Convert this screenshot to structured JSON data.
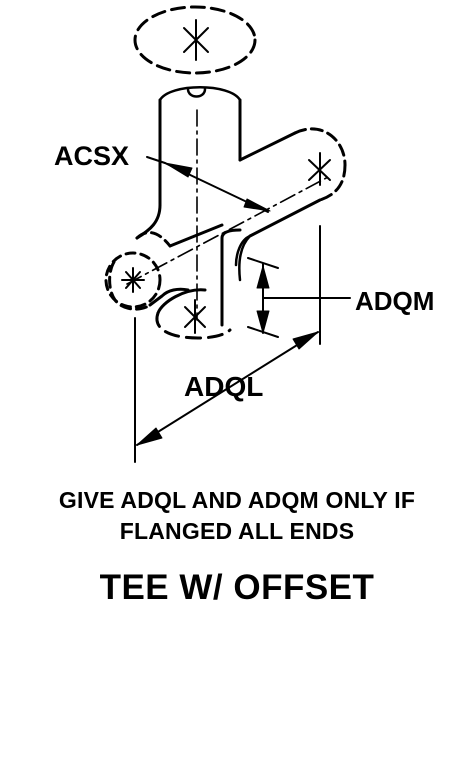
{
  "labels": {
    "acsx": "ACSX",
    "adqm": "ADQM",
    "adql": "ADQL"
  },
  "note": {
    "line1": "GIVE ADQL AND ADQM ONLY IF",
    "line2": "FLANGED ALL ENDS"
  },
  "title": "TEE W/ OFFSET",
  "colors": {
    "ink": "#000000",
    "paper": "#ffffff"
  }
}
